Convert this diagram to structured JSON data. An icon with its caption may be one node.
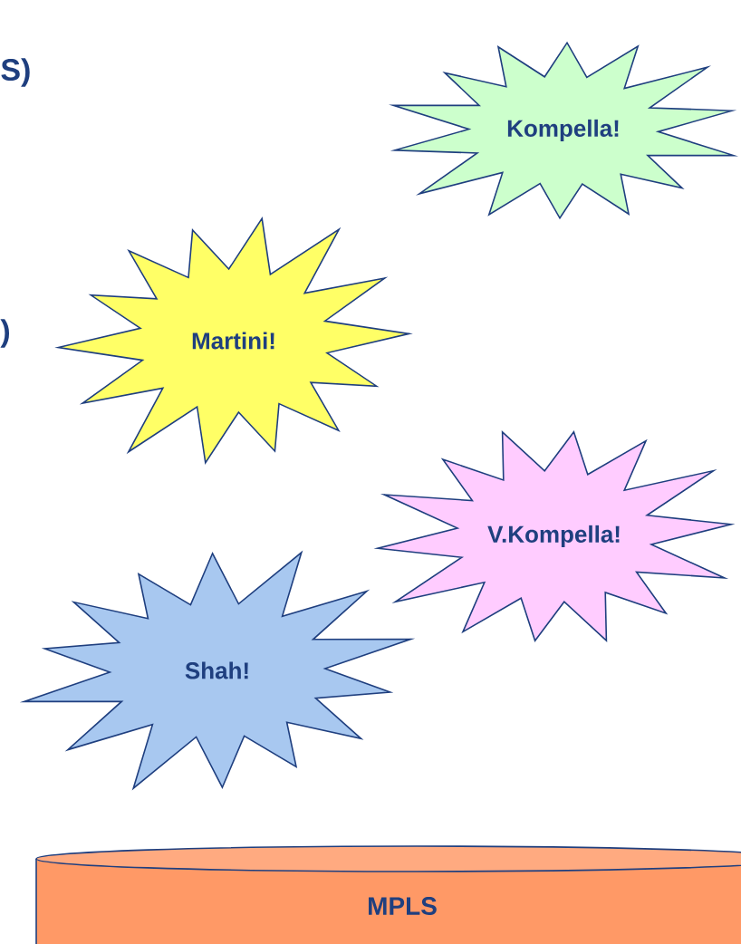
{
  "diagram": {
    "nodes": [
      {
        "text": [
          "Kompella!"
        ]
      },
      {
        "text": [
          "Martini!"
        ]
      },
      {
        "text": [
          "V.Kompella!"
        ]
      },
      {
        "text": [
          "Shah!"
        ]
      },
      {
        "text": [
          "MPLS"
        ]
      }
    ],
    "labels": [
      "S)",
      ")"
    ]
  }
}
